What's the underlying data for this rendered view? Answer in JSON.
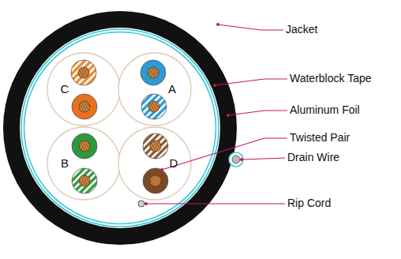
{
  "diagram": {
    "labels": [
      "C",
      "A",
      "B",
      "D",
      "Jacket",
      "Waterblock Tape",
      "Aluminum Foil",
      "Twisted Pair",
      "Drain Wire",
      "Rip Cord"
    ]
  }
}
